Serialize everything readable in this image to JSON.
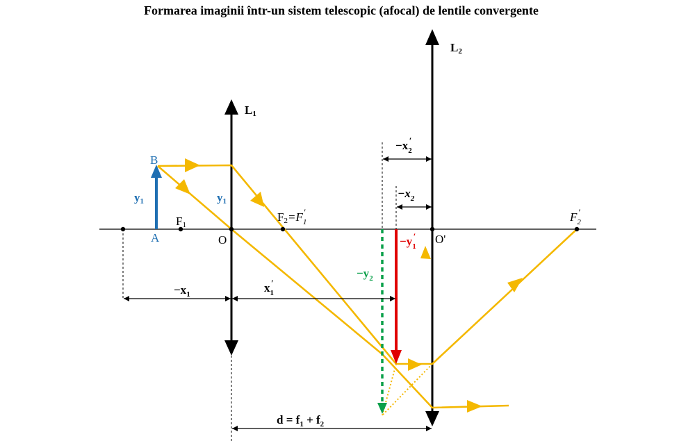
{
  "title": "Formarea imaginii într-un sistem telescopic (afocal) de lentile convergente",
  "lenses": {
    "l1": "L",
    "l1_sub": "1",
    "l2": "L",
    "l2_sub": "2"
  },
  "points": {
    "A": "A",
    "B": "B",
    "O": "O",
    "O_prime": "O'",
    "F1": "F",
    "F1_sub": "1",
    "F2_eq": "F",
    "F2_eq_sub": "2",
    "F2_eq_rest": "=F",
    "F1_prime_sub": "1",
    "F2_prime": "F",
    "F2_prime_sub": "2"
  },
  "heights": {
    "y1_object": "y",
    "y1_object_sub": "1",
    "y1_lens": "y",
    "y1_lens_sub": "1",
    "neg_y1_prime": "−y",
    "neg_y1_prime_sub": "1",
    "neg_y2": "−y",
    "neg_y2_sub": "2"
  },
  "distances": {
    "neg_x1": "−x",
    "neg_x1_sub": "1",
    "x1_prime": "x",
    "x1_prime_sub": "1",
    "neg_x2_prime": "−x",
    "neg_x2_prime_sub": "2",
    "neg_x2": "−x",
    "neg_x2_sub": "2",
    "d": "d = f",
    "d_sub1": "1",
    "d_plus": " + f",
    "d_sub2": "2"
  },
  "colors": {
    "ray": "#f4b800",
    "object": "#1f6fb2",
    "image1": "#e00000",
    "image2": "#0aa04a",
    "axis": "#000000"
  }
}
